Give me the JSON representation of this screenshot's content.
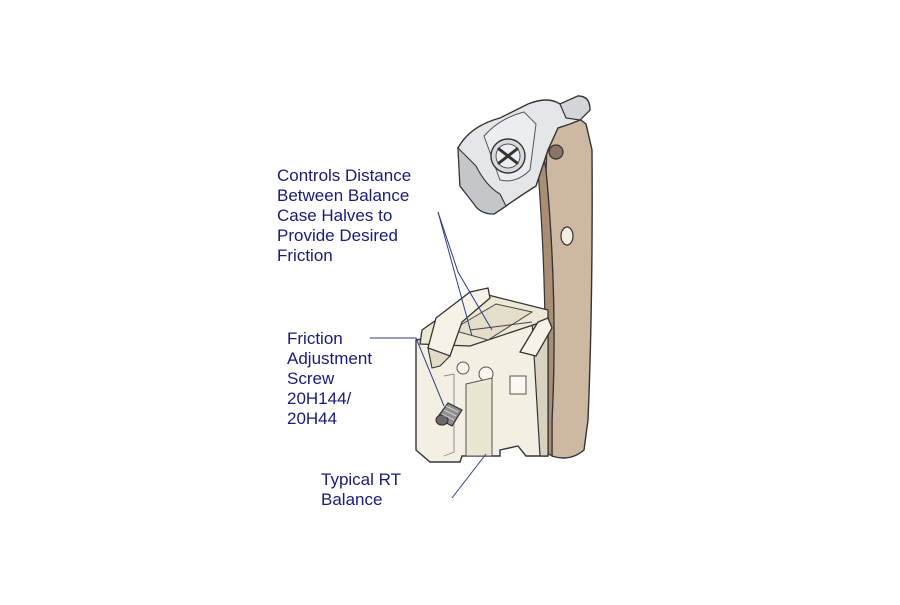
{
  "colors": {
    "label_text": "#1a1a7a",
    "leader_line": "#2e3e8a",
    "outline": "#333333",
    "balance_body": "#f3efe3",
    "balance_shadow": "#d9d2c0",
    "arm_bronze": "#cdb8a1",
    "arm_shadow": "#a88e74",
    "clip_gray": "#e4e6e8",
    "clip_shadow": "#c4c7ca",
    "screw_dark": "#555555"
  },
  "labels": {
    "distance": {
      "lines": [
        "Controls Distance",
        "Between Balance",
        "Case Halves to",
        "Provide Desired",
        "Friction"
      ]
    },
    "screw": {
      "lines": [
        "Friction",
        "Adjustment",
        "Screw",
        "20H144/",
        "20H44"
      ]
    },
    "balance": {
      "lines": [
        "Typical RT",
        "Balance"
      ]
    }
  },
  "icons": {
    "fastener": "phillips-screw-icon",
    "set_screw": "set-screw-icon"
  }
}
